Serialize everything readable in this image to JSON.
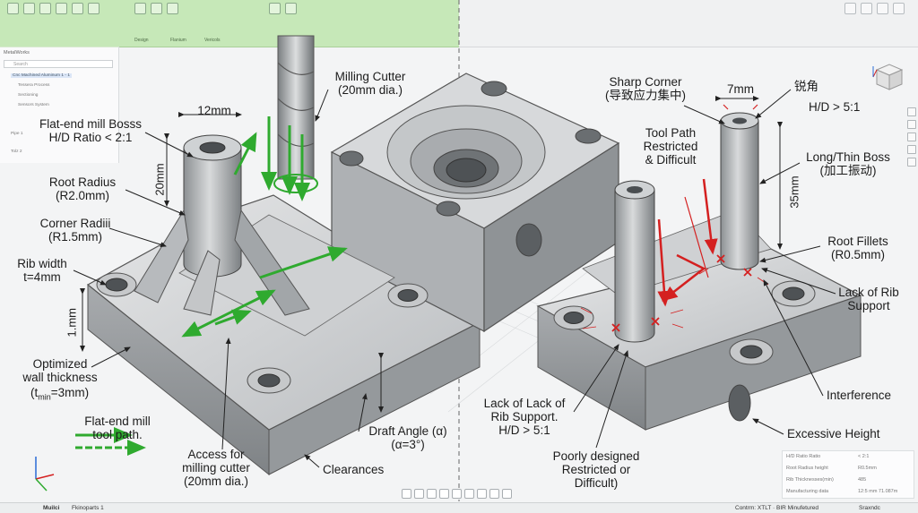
{
  "toolbar": {
    "tabs": [
      "Design",
      "Flanium",
      "Vericols"
    ]
  },
  "tree": {
    "title": "MetalWorks",
    "search_placeholder": "Search",
    "items": [
      "Cnc Machined Aluminum 1 - 1",
      "Tessera Process",
      "Sectioning",
      "Sensors System",
      "Pipe 1",
      "Tolz 2"
    ]
  },
  "left_labels": {
    "milling_cutter": "Milling Cutter\n(20mm dia.)",
    "dim_12": "12mm",
    "dim_20": "20mm",
    "flat_end_boss": "Flat-end mill Bosss\nH/D Ratio < 2:1",
    "root_radius": "Root Radius\n(R2.0mm)",
    "corner_radii": "Corner Radiii\n(R1.5mm)",
    "rib_width": "Rib width\nt=4mm",
    "dim_1": "1.mm",
    "optimized_wall": "Optimized\nwall thickness",
    "tmin_main": "(t",
    "tmin_sub": "min",
    "tmin_rest": "=3mm)",
    "tool_path": "Flat-end mill\ntool path.",
    "access_cutter": "Access for\nmilling cutter\n(20mm dia.)",
    "draft_angle": "Draft Angle (α)\n(α=3°)",
    "clearances": "Clearances"
  },
  "right_labels": {
    "sharp_corner": "Sharp Corner\n(导致应力集中)",
    "dim_7": "7mm",
    "ruijiao": "锐角",
    "hd_ratio": "H/D > 5:1",
    "tool_path_restricted": "Tool Path\nRestricted\n& Difficult",
    "long_thin_boss": "Long/Thin Boss\n(加工振动)",
    "dim_35": "35mm",
    "root_fillets": "Root Fillets\n(R0.5mm)",
    "lack_rib_support": "Lack of Rib\nSupport",
    "interference": "Interference",
    "lack_of_lack": "Lack of Lack of\nRib Support.\nH/D > 5:1",
    "excessive_height": "Excessive Height",
    "poorly_designed": "Poorly designed\nRestricted or\nDifficult)"
  },
  "info_box": {
    "rows": [
      {
        "label": "H/D Ratio Ratio",
        "value": "< 2:1"
      },
      {
        "label": "Root Radius height",
        "value": "R0.5mm"
      },
      {
        "label": "Rib Thicknesses(min)",
        "value": "485"
      },
      {
        "label": "Manufacturing data",
        "value": "12:5 mm 71.087m"
      }
    ]
  },
  "statusbar": {
    "tab1": "Muilci",
    "tab2": "Fkinoparts 1",
    "center": "Contrm: XTLT · BIR Minufetured",
    "right": "Sraxndc"
  },
  "colors": {
    "accent_green": "#2faa2f",
    "warning_red": "#d42020",
    "toolbar_green": "#c6e8b8"
  }
}
